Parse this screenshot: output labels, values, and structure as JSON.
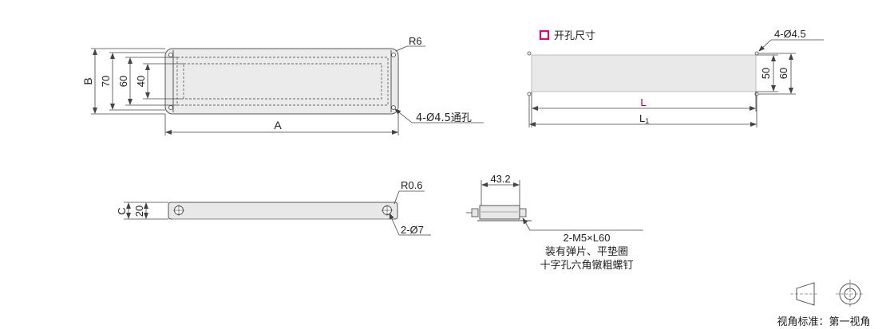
{
  "front_view": {
    "label_r": "R6",
    "label_hole": "4-Ø4.5通孔",
    "label_a": "A",
    "label_b": "B",
    "dim_70": "70",
    "dim_60": "60",
    "dim_40": "40"
  },
  "cutout_view": {
    "title": "开孔尺寸",
    "marker_color": "#e5006e",
    "label_hole": "4-Ø4.5",
    "label_L": "L",
    "label_L1_main": "L",
    "label_L1_sub": "1",
    "dim_50": "50",
    "dim_60": "60",
    "L_color": "#a0006a"
  },
  "side_view": {
    "label_r": "R0.6",
    "label_c": "C",
    "dim_20": "20",
    "label_hole": "2-Ø7"
  },
  "end_view": {
    "dim_43": "43.2",
    "screw_line1": "2-M5×L60",
    "screw_line2": "装有弹片、平垫圈",
    "screw_line3": "十字孔六角镦粗螺钉"
  },
  "projection": {
    "label": "视角标准：第一视角"
  },
  "colors": {
    "panel_fill": "#e8e8e8",
    "line": "#444444"
  }
}
